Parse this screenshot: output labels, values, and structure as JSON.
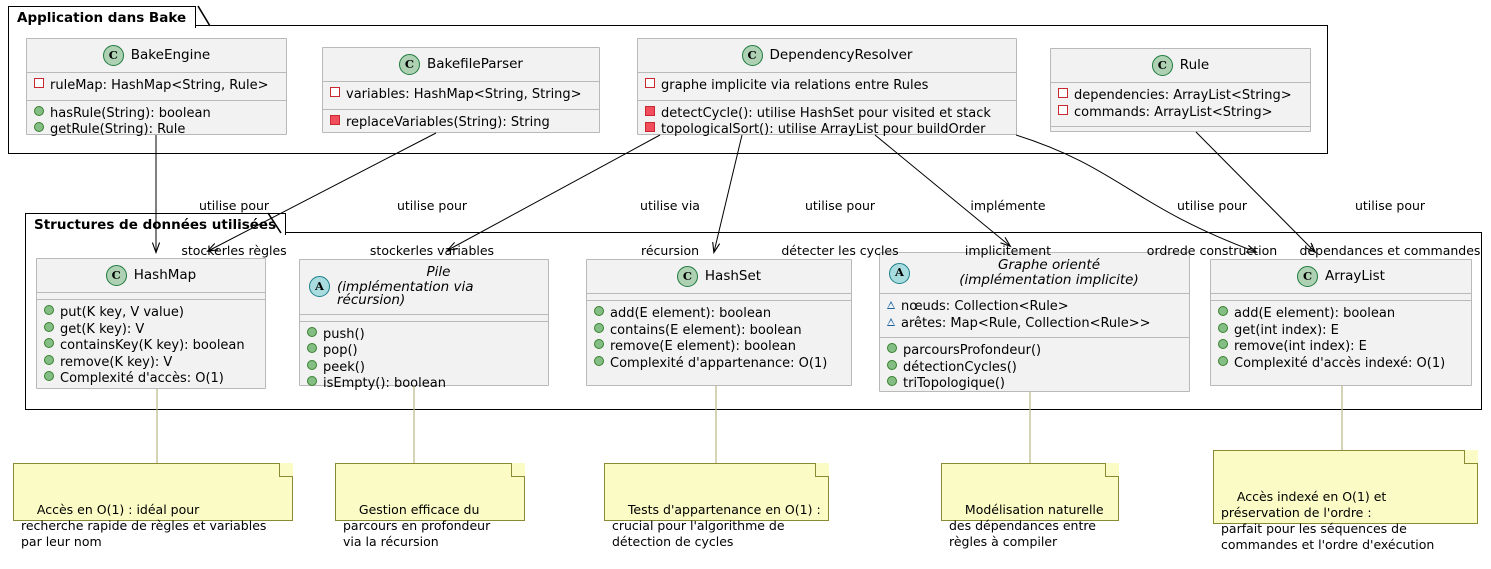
{
  "packages": [
    {
      "name": "pkg-application",
      "title": "Application dans Bake"
    },
    {
      "name": "pkg-structures",
      "title": "Structures de données utilisées"
    }
  ],
  "classes": [
    {
      "id": "BakeEngine",
      "stereotype": "C",
      "name": "BakeEngine",
      "subtitle": "",
      "abstract": false,
      "attributes": [
        {
          "visibility": "private",
          "text": "ruleMap: HashMap<String, Rule>"
        }
      ],
      "methods": [
        {
          "visibility": "public",
          "text": "hasRule(String): boolean"
        },
        {
          "visibility": "public",
          "text": "getRule(String): Rule"
        }
      ]
    },
    {
      "id": "BakefileParser",
      "stereotype": "C",
      "name": "BakefileParser",
      "subtitle": "",
      "abstract": false,
      "attributes": [
        {
          "visibility": "private",
          "text": "variables: HashMap<String, String>"
        }
      ],
      "methods": [
        {
          "visibility": "private-filled",
          "text": "replaceVariables(String): String"
        }
      ]
    },
    {
      "id": "DependencyResolver",
      "stereotype": "C",
      "name": "DependencyResolver",
      "subtitle": "",
      "abstract": false,
      "attributes": [
        {
          "visibility": "private",
          "text": "graphe implicite via relations entre Rules"
        }
      ],
      "methods": [
        {
          "visibility": "private-filled",
          "text": "detectCycle(): utilise HashSet pour visited et stack"
        },
        {
          "visibility": "private-filled",
          "text": "topologicalSort(): utilise ArrayList pour buildOrder"
        }
      ]
    },
    {
      "id": "Rule",
      "stereotype": "C",
      "name": "Rule",
      "subtitle": "",
      "abstract": false,
      "attributes": [
        {
          "visibility": "private",
          "text": "dependencies: ArrayList<String>"
        },
        {
          "visibility": "private",
          "text": "commands: ArrayList<String>"
        }
      ],
      "methods": []
    },
    {
      "id": "HashMap",
      "stereotype": "C",
      "name": "HashMap",
      "subtitle": "",
      "abstract": false,
      "attributes": [],
      "methods": [
        {
          "visibility": "public",
          "text": "put(K key, V value)"
        },
        {
          "visibility": "public",
          "text": "get(K key): V"
        },
        {
          "visibility": "public",
          "text": "containsKey(K key): boolean"
        },
        {
          "visibility": "public",
          "text": "remove(K key): V"
        },
        {
          "visibility": "public",
          "text": "Complexité d'accès: O(1)"
        }
      ]
    },
    {
      "id": "Pile",
      "stereotype": "A",
      "name": "Pile",
      "subtitle": "(implémentation via récursion)",
      "abstract": true,
      "attributes": [],
      "methods": [
        {
          "visibility": "public",
          "text": "push()"
        },
        {
          "visibility": "public",
          "text": "pop()"
        },
        {
          "visibility": "public",
          "text": "peek()"
        },
        {
          "visibility": "public",
          "text": "isEmpty(): boolean"
        }
      ]
    },
    {
      "id": "HashSet",
      "stereotype": "C",
      "name": "HashSet",
      "subtitle": "",
      "abstract": false,
      "attributes": [],
      "methods": [
        {
          "visibility": "public",
          "text": "add(E element): boolean"
        },
        {
          "visibility": "public",
          "text": "contains(E element): boolean"
        },
        {
          "visibility": "public",
          "text": "remove(E element): boolean"
        },
        {
          "visibility": "public",
          "text": "Complexité d'appartenance: O(1)"
        }
      ]
    },
    {
      "id": "GrapheOriente",
      "stereotype": "A",
      "name": "Graphe orienté",
      "subtitle": "(implémentation implicite)",
      "abstract": true,
      "attributes": [
        {
          "visibility": "protected",
          "text": "nœuds: Collection<Rule>"
        },
        {
          "visibility": "protected",
          "text": "arêtes: Map<Rule, Collection<Rule>>"
        }
      ],
      "methods": [
        {
          "visibility": "public",
          "text": "parcoursProfondeur()"
        },
        {
          "visibility": "public",
          "text": "détectionCycles()"
        },
        {
          "visibility": "public",
          "text": "triTopologique()"
        }
      ]
    },
    {
      "id": "ArrayList",
      "stereotype": "C",
      "name": "ArrayList",
      "subtitle": "",
      "abstract": false,
      "attributes": [],
      "methods": [
        {
          "visibility": "public",
          "text": "add(E element): boolean"
        },
        {
          "visibility": "public",
          "text": "get(int index): E"
        },
        {
          "visibility": "public",
          "text": "remove(int index): E"
        },
        {
          "visibility": "public",
          "text": "Complexité d'accès indexé: O(1)"
        }
      ]
    }
  ],
  "edge_labels": [
    {
      "id": "lbl-bakeengine-hashmap",
      "line1": "utilise pour",
      "line2": "stockerles règles"
    },
    {
      "id": "lbl-parser-hashmap",
      "line1": "utilise pour",
      "line2": "stockerles variables"
    },
    {
      "id": "lbl-resolver-pile",
      "line1": "utilise via",
      "line2": "récursion"
    },
    {
      "id": "lbl-resolver-hashset",
      "line1": "utilise pour",
      "line2": "détecter les cycles"
    },
    {
      "id": "lbl-resolver-graphe",
      "line1": "implémente",
      "line2": "implicitement"
    },
    {
      "id": "lbl-resolver-arraylist",
      "line1": "utilise pour",
      "line2": "ordrede construction"
    },
    {
      "id": "lbl-rule-arraylist",
      "line1": "utilise pour",
      "line2": "dépendances et commandes"
    }
  ],
  "notes": [
    {
      "id": "note-hashmap",
      "text": "Accès en O(1) : idéal pour\nrecherche rapide de règles et variables\npar leur nom"
    },
    {
      "id": "note-pile",
      "text": "Gestion efficace du\nparcours en profondeur\nvia la récursion"
    },
    {
      "id": "note-hashset",
      "text": "Tests d'appartenance en O(1) :\ncrucial pour l'algorithme de\ndétection de cycles"
    },
    {
      "id": "note-graphe",
      "text": "Modélisation naturelle\ndes dépendances entre\nrègles à compiler"
    },
    {
      "id": "note-arraylist",
      "text": "Accès indexé en O(1) et\npréservation de l'ordre :\nparfait pour les séquences de\ncommandes et l'ordre d'exécution"
    }
  ],
  "colors": {
    "class_fill": "#F2F2F2",
    "class_border": "#B9B9B9",
    "note_fill": "#FBFBC5",
    "note_border": "#8A8A33",
    "stereotype_class": "#ADD1B2",
    "stereotype_abstract": "#A9DCDF",
    "visibility_public": "#84BE84",
    "visibility_private": "#C82930",
    "visibility_protected": "#1963A0"
  }
}
